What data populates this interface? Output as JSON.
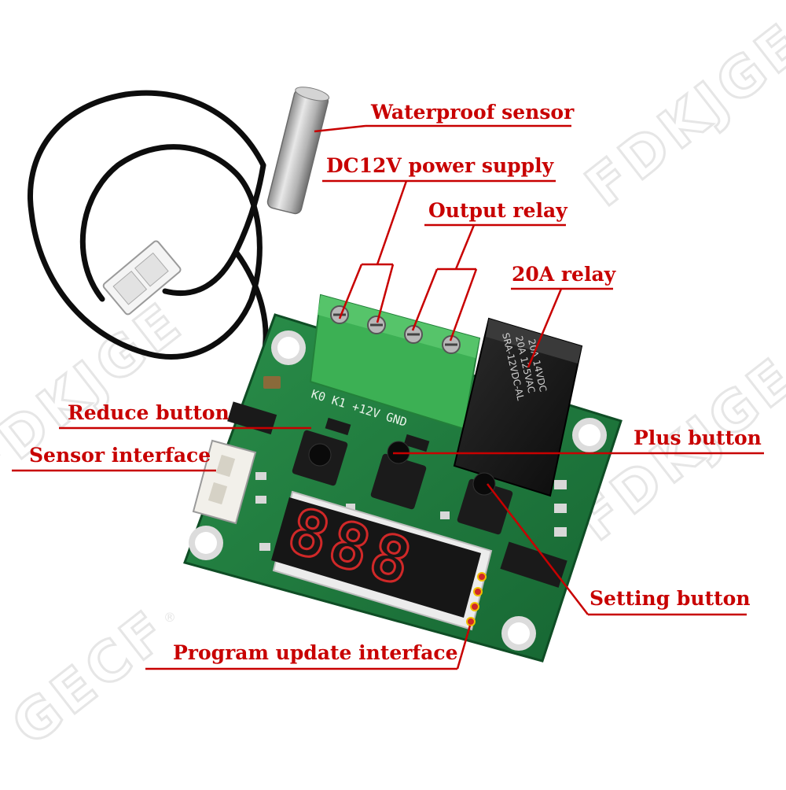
{
  "labels": {
    "waterproof_sensor": "Waterproof sensor",
    "power_supply": "DC12V power supply",
    "output_relay": "Output relay",
    "relay_20a": "20A relay",
    "reduce_button": "Reduce button",
    "plus_button": "Plus button",
    "sensor_interface": "Sensor interface",
    "setting_button": "Setting button",
    "program_update": "Program update interface"
  },
  "watermark": {
    "brand_top": "FDKJGE",
    "brand_mid": "FDKJGE",
    "brand_bottom": "GECF",
    "registered": "®"
  },
  "board": {
    "terminal_text": "K0  K1  +12V GND",
    "relay_lines": [
      "20A 14VDC",
      "20A 125VAC",
      "SRA-12VDC-AL"
    ],
    "display_digits": "888"
  },
  "colors": {
    "label_red": "#c80000",
    "pcb_green": "#1d7a3c",
    "terminal_green": "#3cb054",
    "relay_black": "#161616",
    "display_red": "#d02828"
  }
}
